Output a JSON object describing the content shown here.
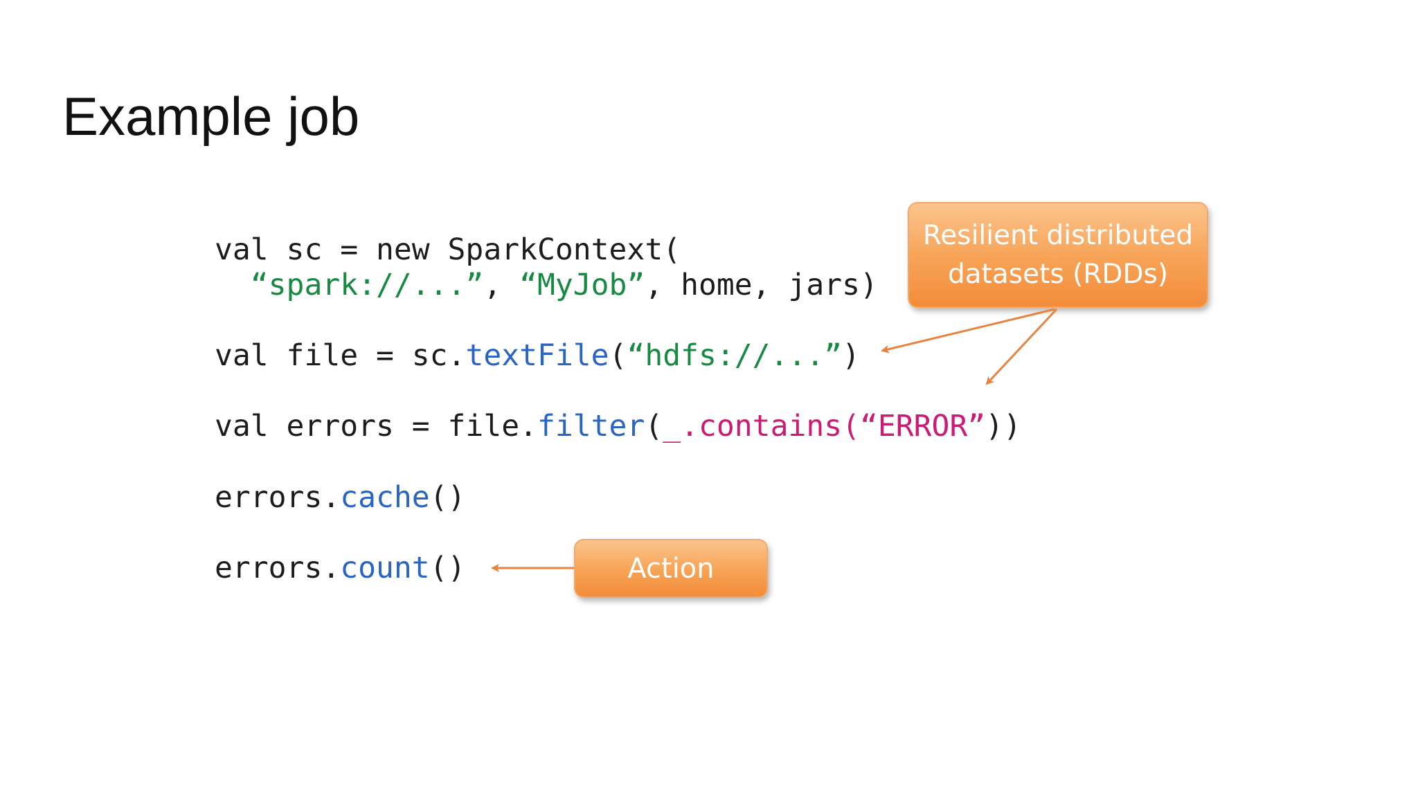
{
  "slide": {
    "title": "Example job"
  },
  "code": {
    "line1": {
      "t1": "val sc = new SparkContext("
    },
    "line2": {
      "indent": "  ",
      "s1": "“spark://...”",
      "sep1": ", ",
      "s2": "“MyJob”",
      "rest": ", home, jars)"
    },
    "line3": {
      "t1": "val file = sc.",
      "fn": "textFile",
      "p1": "(",
      "s1": "“hdfs://...”",
      "p2": ")"
    },
    "line4": {
      "t1": "val errors = file.",
      "fn": "filter",
      "p1": "(",
      "m1": "_.contains(“ERROR”",
      "p2": "))"
    },
    "line5": {
      "t1": "errors.",
      "fn": "cache",
      "p1": "()"
    },
    "line6": {
      "t1": "errors.",
      "fn": "count",
      "p1": "()"
    }
  },
  "callouts": {
    "rdd": {
      "line1": "Resilient distributed",
      "line2": "datasets (RDDs)"
    },
    "action": {
      "label": "Action"
    }
  },
  "colors": {
    "string_green": "#178a42",
    "function_blue": "#2a64c5",
    "lambda_magenta": "#cc1b73",
    "callout_orange": "#f7a255",
    "arrow_orange": "#e8823f"
  }
}
